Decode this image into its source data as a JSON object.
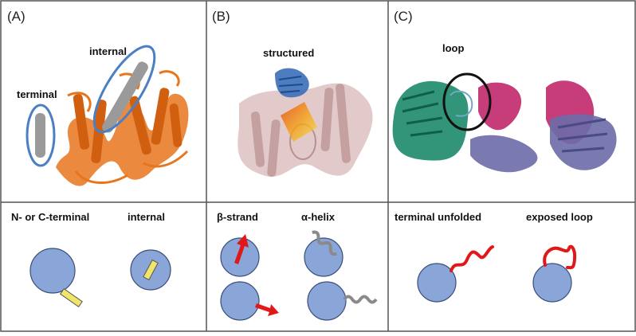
{
  "panels": {
    "a": {
      "letter": "(A)",
      "labels": {
        "terminal": "terminal",
        "internal": "internal"
      },
      "schematics": {
        "left": "N- or C-terminal",
        "right": "internal"
      }
    },
    "b": {
      "letter": "(B)",
      "labels": {
        "structured": "structured"
      },
      "schematics": {
        "left": "β-strand",
        "right": "α-helix"
      }
    },
    "c": {
      "letter": "(C)",
      "labels": {
        "loop": "loop"
      },
      "schematics": {
        "left": "terminal unfolded",
        "right": "exposed loop"
      }
    }
  },
  "colors": {
    "protein_orange": "#e8741c",
    "helix_gray": "#9a9a9a",
    "highlight_blue": "#4a7fc4",
    "pale_pink": "#d9b8b8",
    "teal": "#1c8a6a",
    "magenta": "#c0286c",
    "lavender": "#6c6ca8",
    "sphere_fill": "#8aa6d8",
    "tag_yellow": "#f0e46a",
    "arrow_red": "#e01818",
    "border": "#555555"
  }
}
